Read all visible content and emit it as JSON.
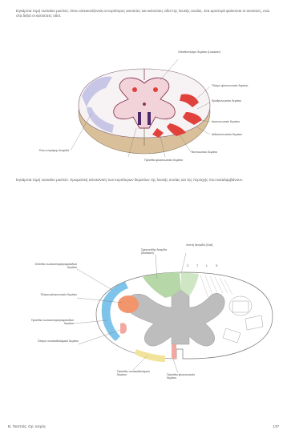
{
  "paragraphs": {
    "p1": "Εγκάρσια τομή νωτιαίου μυελού, όπου απεικονίζονται οι κυριότερες ανιούσες και κατιούσες οδοί της λευκής ουσίας. Στα αριστερά φαίνονται οι ανιούσες, ενώ στα δεξιά οι κατιούσες οδοί.",
    "p2": "Εγκάρσια τομή νωτιαίου μυελού. Χρωματική απεικόνιση των κυριότερων δεματίων της λευκής ουσίας και της περιοχής που καταλαμβάνουν."
  },
  "figure1": {
    "labels": {
      "top_right_1": "Οπισθοπλάγιο δεμάτιο (Lissauer)",
      "right_1": "Πλάγιο φλοιονωτιαίο δεμάτιο",
      "right_2": "Ερυθρονωτιαίο δεμάτιο",
      "right_3": "Δικτυονωτιαίο δεμάτιο",
      "right_4": "Αιθουσονωτιαίο δεμάτιο",
      "bottom_right_1": "Τεκτονωτιαίο δεμάτιο",
      "bottom_1": "Πρόσθιο φλοιονωτιαίο δεμάτιο",
      "left_1": "Έσω επιμήκης δεσμίδα"
    }
  },
  "figure2": {
    "labels": {
      "top_1": "Λεπτή δεσμίδα (Goll)",
      "top_2": "Σφηνοειδής δεσμίδα (Burdach)",
      "left_1": "Οπίσθιο νωτιαιοπαρεγκεφαλιδικό δεμάτιο",
      "left_2": "Πλάγιο φλοιονωτιαίο δεμάτιο",
      "left_3": "Πρόσθιο νωτιαιοπαρεγκεφαλιδικό δεμάτιο",
      "left_4": "Πλάγιο νωτιαιοθαλαμικό δεμάτιο",
      "bottom_1": "Πρόσθιο νωτιαιοθαλαμικό δεμάτιο",
      "bottom_2": "Πρόσθιο φλοιονωτιαίο δεμάτιο",
      "seg_1": "C",
      "seg_2": "T",
      "seg_3": "L",
      "seg_4": "S"
    }
  },
  "footer": {
    "left": "Β. Παππάς, Ορ. Ιατρός",
    "right": "137"
  },
  "colors": {
    "gray_matter": "#f2d3da",
    "gray_matter_outline": "#8a3a55",
    "red_tract": "#e0413a",
    "lavender_tract": "#c8c6e6",
    "tan_base": "#d9c09a",
    "fig2_gray": "#bdbdbd",
    "fig2_green": "#b6d7a8",
    "fig2_blue": "#7ec3ea",
    "fig2_orange": "#f2956d",
    "fig2_yellow": "#f2e39a",
    "fig2_pink": "#f2a8a0"
  }
}
